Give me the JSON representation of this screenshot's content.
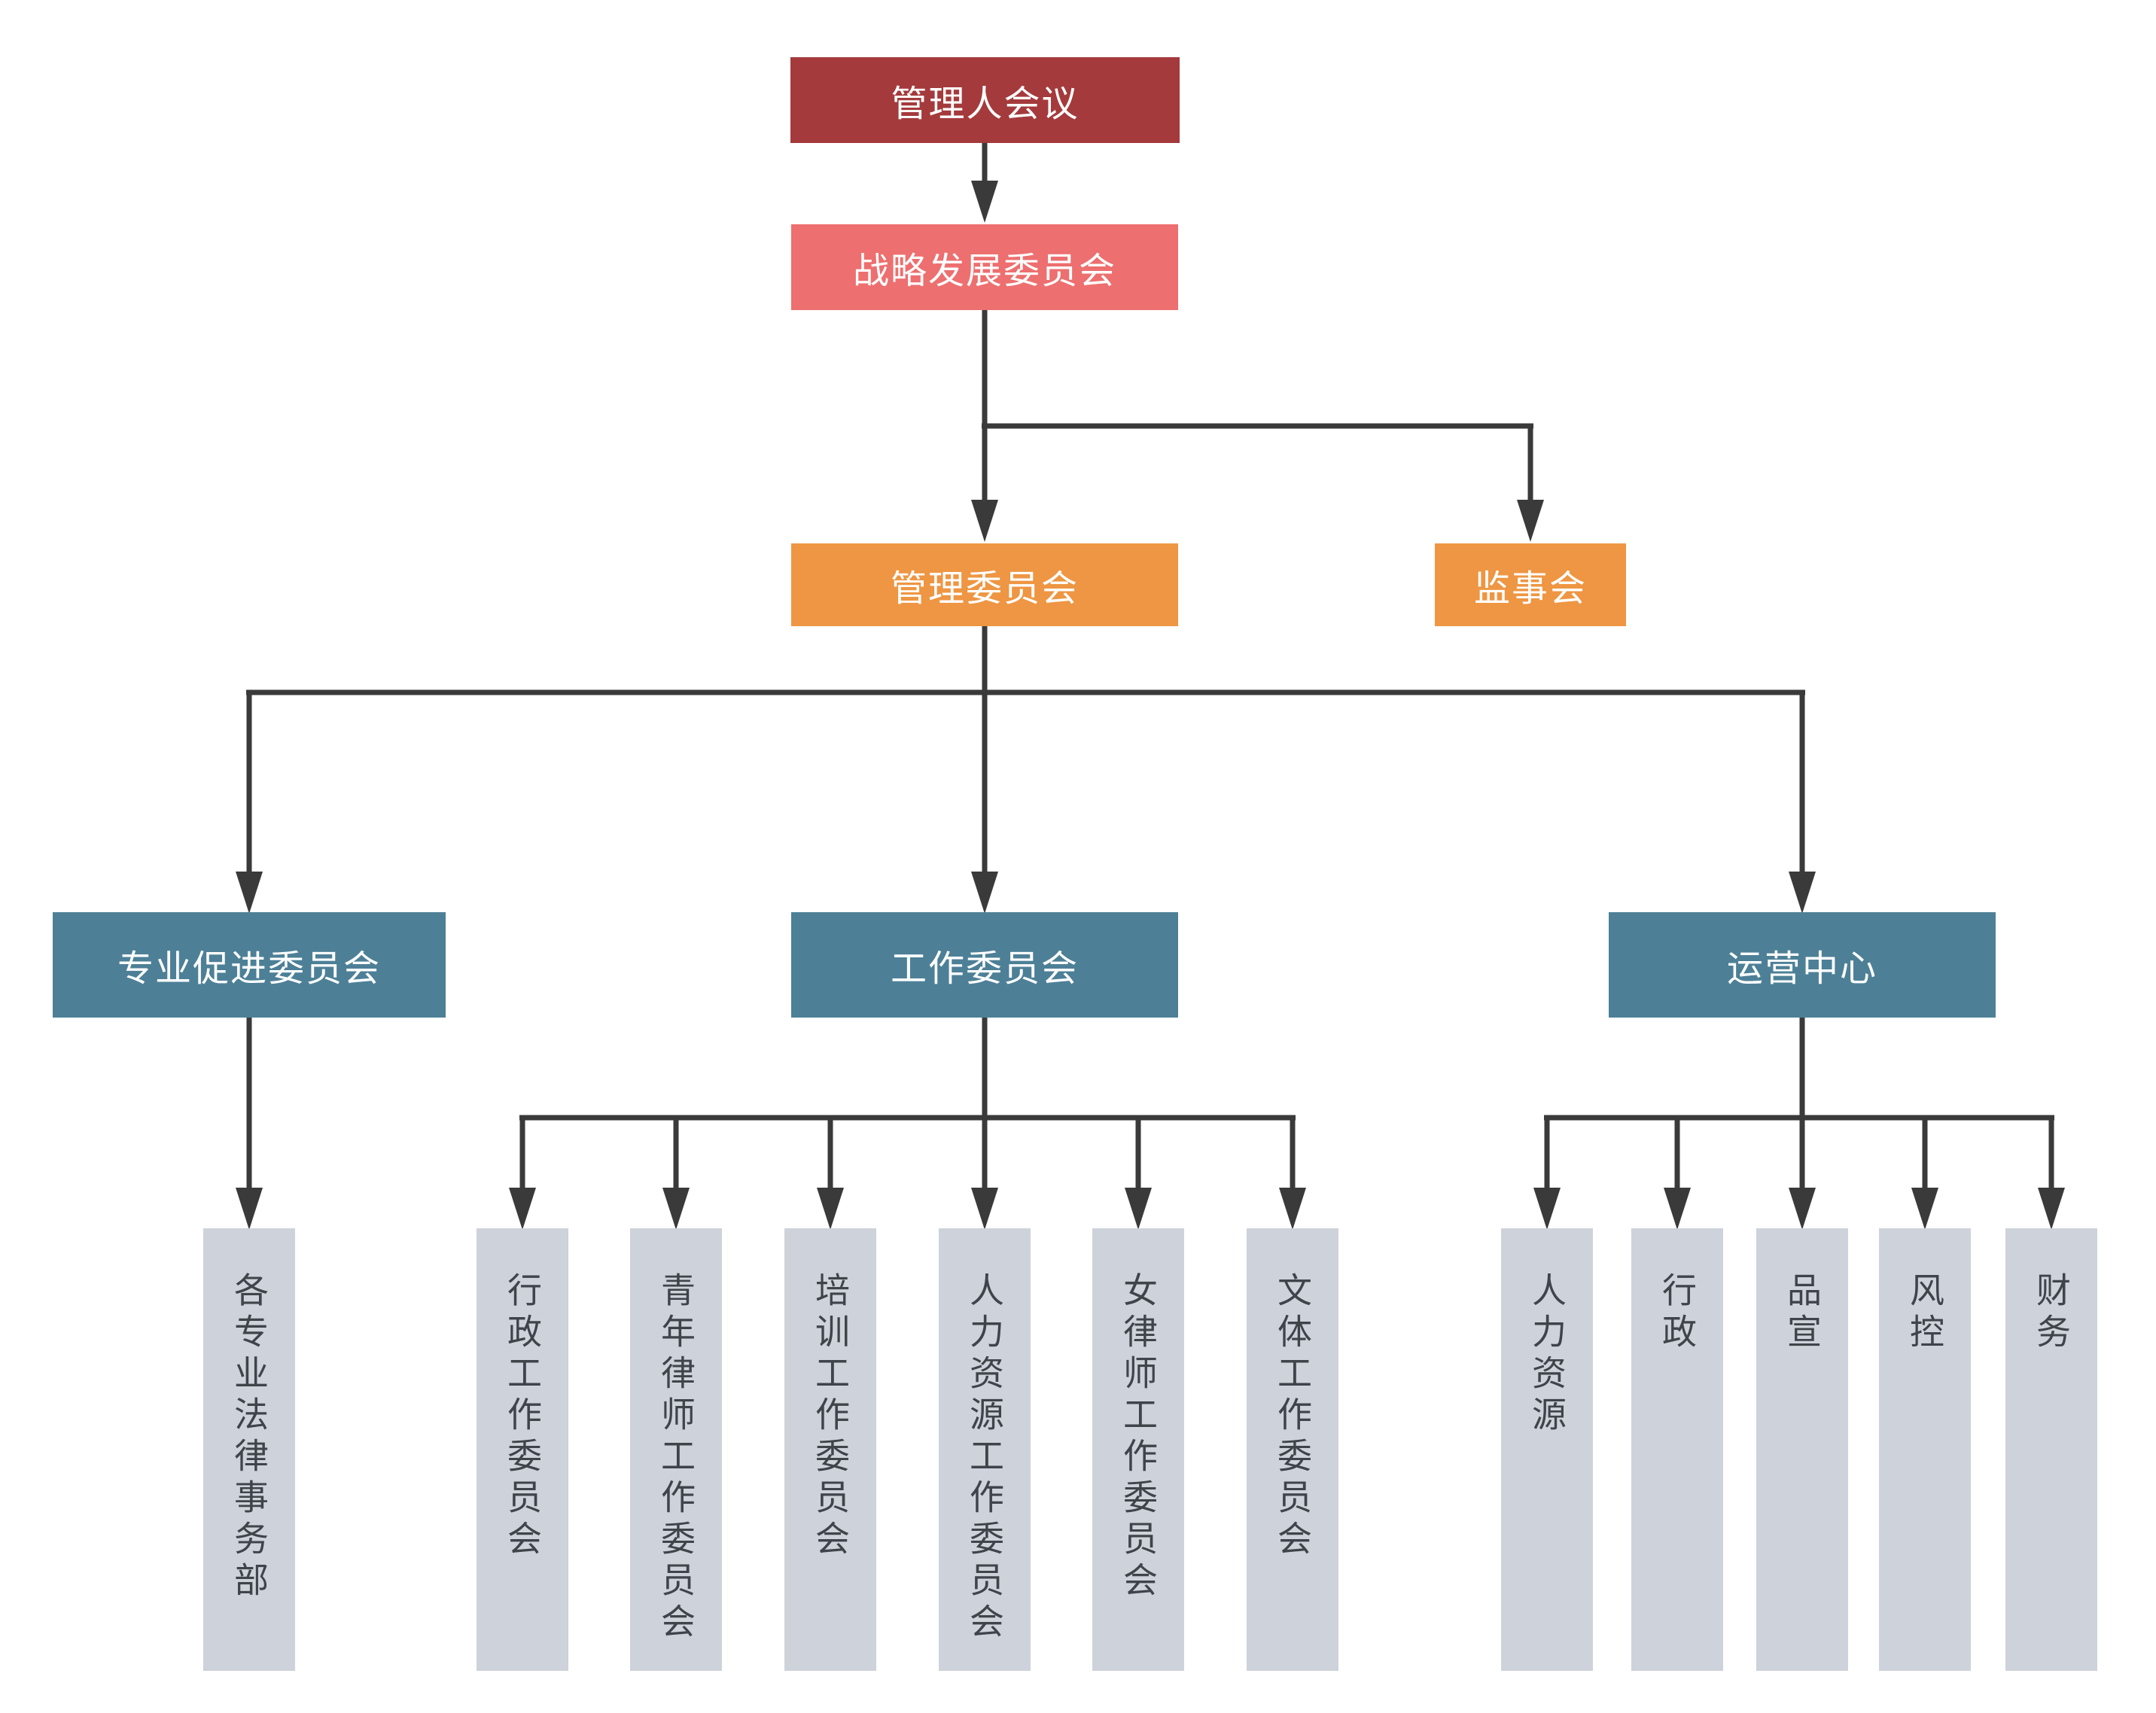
{
  "diagram": {
    "type": "org-chart",
    "colors": {
      "root_box": "#a43a3c",
      "strategy_box": "#ed6f6f",
      "committee_box": "#ee9643",
      "center_box": "#4d8097",
      "department_box": "#ced2da",
      "connector": "#3a3a3a",
      "box_text": "#ffffff",
      "department_text": "#3f444b"
    },
    "nodes": {
      "root": {
        "label": "管理人会议"
      },
      "strategy": {
        "label": "战略发展委员会"
      },
      "management": {
        "label": "管理委员会"
      },
      "supervisory": {
        "label": "监事会"
      },
      "professional": {
        "label": "专业促进委员会"
      },
      "work": {
        "label": "工作委员会"
      },
      "operations": {
        "label": "运营中心"
      },
      "professional_children": [
        {
          "label": "各专业法律事务部"
        }
      ],
      "work_children": [
        {
          "label": "行政工作委员会"
        },
        {
          "label": "青年律师工作委员会"
        },
        {
          "label": "培训工作委员会"
        },
        {
          "label": "人力资源工作委员会"
        },
        {
          "label": "女律师工作委员会"
        },
        {
          "label": "文体工作委员会"
        }
      ],
      "operations_children": [
        {
          "label": "人力资源"
        },
        {
          "label": "行政"
        },
        {
          "label": "品宣"
        },
        {
          "label": "风控"
        },
        {
          "label": "财务"
        }
      ]
    }
  }
}
